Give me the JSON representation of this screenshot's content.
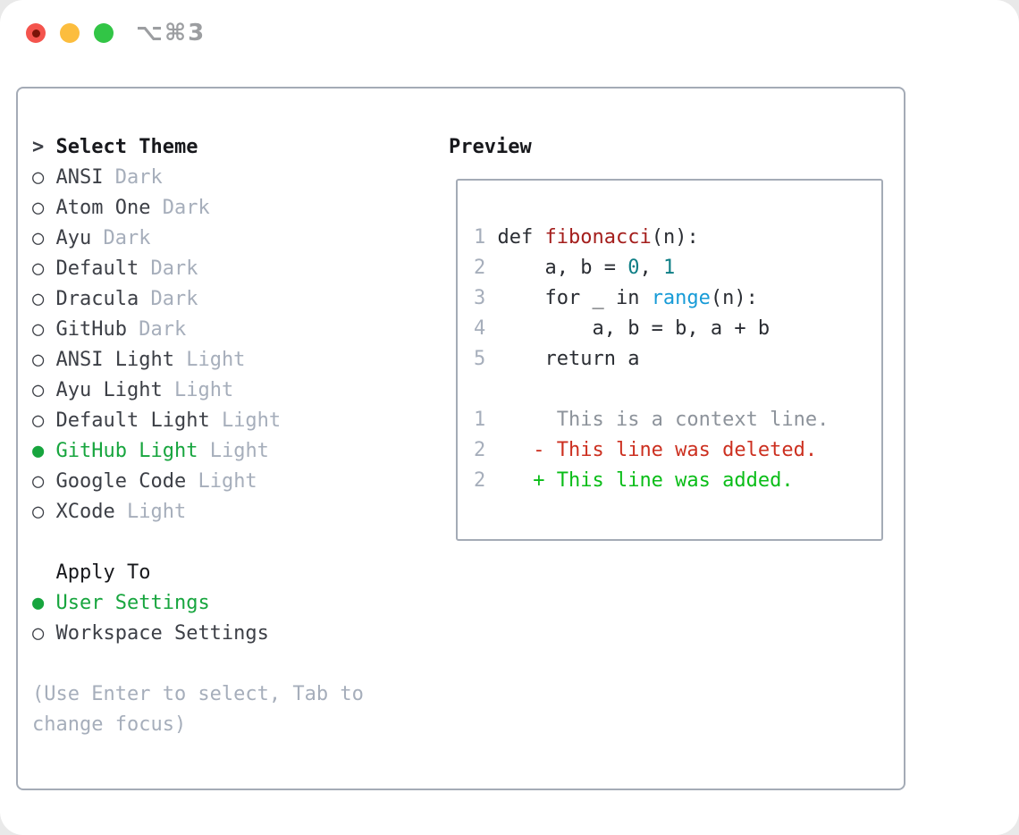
{
  "titlebar": {
    "title": "⌥⌘3",
    "buttons": [
      "close",
      "minimize",
      "zoom"
    ]
  },
  "theme_picker": {
    "header_prefix": ">",
    "header": "Select Theme",
    "unselected_icon": "○",
    "selected_icon": "●",
    "items": [
      {
        "name": "ANSI",
        "variant": "Dark",
        "selected": false
      },
      {
        "name": "Atom One",
        "variant": "Dark",
        "selected": false
      },
      {
        "name": "Ayu",
        "variant": "Dark",
        "selected": false
      },
      {
        "name": "Default",
        "variant": "Dark",
        "selected": false
      },
      {
        "name": "Dracula",
        "variant": "Dark",
        "selected": false
      },
      {
        "name": "GitHub",
        "variant": "Dark",
        "selected": false
      },
      {
        "name": "ANSI Light",
        "variant": "Light",
        "selected": false
      },
      {
        "name": "Ayu Light",
        "variant": "Light",
        "selected": false
      },
      {
        "name": "Default Light",
        "variant": "Light",
        "selected": false
      },
      {
        "name": "GitHub Light",
        "variant": "Light",
        "selected": true
      },
      {
        "name": "Google Code",
        "variant": "Light",
        "selected": false
      },
      {
        "name": "XCode",
        "variant": "Light",
        "selected": false
      }
    ]
  },
  "apply_to": {
    "header": "Apply To",
    "options": [
      {
        "label": "User Settings",
        "selected": true
      },
      {
        "label": "Workspace Settings",
        "selected": false
      }
    ]
  },
  "hint": "(Use Enter to select, Tab to change focus)",
  "preview": {
    "header": "Preview",
    "code_lines": [
      {
        "num": "1",
        "segments": [
          {
            "text": "def ",
            "style": "plain"
          },
          {
            "text": "fibonacci",
            "style": "function"
          },
          {
            "text": "(n):",
            "style": "plain"
          }
        ]
      },
      {
        "num": "2",
        "segments": [
          {
            "text": "    a, b = ",
            "style": "plain"
          },
          {
            "text": "0",
            "style": "number"
          },
          {
            "text": ", ",
            "style": "plain"
          },
          {
            "text": "1",
            "style": "number"
          }
        ]
      },
      {
        "num": "3",
        "segments": [
          {
            "text": "    for _ in ",
            "style": "plain"
          },
          {
            "text": "range",
            "style": "builtin"
          },
          {
            "text": "(n):",
            "style": "plain"
          }
        ]
      },
      {
        "num": "4",
        "segments": [
          {
            "text": "        a, b = b, a + b",
            "style": "plain"
          }
        ]
      },
      {
        "num": "5",
        "segments": [
          {
            "text": "    return a",
            "style": "plain"
          }
        ]
      }
    ],
    "diff_lines": [
      {
        "num": "1",
        "segments": [
          {
            "text": "     This is a context line.",
            "style": "context"
          }
        ]
      },
      {
        "num": "2",
        "segments": [
          {
            "text": "   - This line was deleted.",
            "style": "deleted"
          }
        ]
      },
      {
        "num": "2",
        "segments": [
          {
            "text": "   + This line was added.",
            "style": "added"
          }
        ]
      }
    ]
  },
  "colors": {
    "accent_green": "#17a53e",
    "muted_gray": "#a6aebb",
    "item_text": "#3c3f46",
    "near_black": "#17181c",
    "panel_border": "#a4abb6",
    "code_text": "#2a2d33",
    "function_red": "#a41e1c",
    "number_teal": "#0d7e85",
    "builtin_blue": "#179bd7",
    "context_gray": "#8d939b",
    "deleted_red": "#cc3020",
    "added_green": "#0abd18",
    "traffic_red": "#f4544d",
    "traffic_red_dot": "#7a1408",
    "traffic_yellow": "#fcbd3e",
    "traffic_green": "#32c546",
    "title_gray": "#9c9ea1"
  }
}
